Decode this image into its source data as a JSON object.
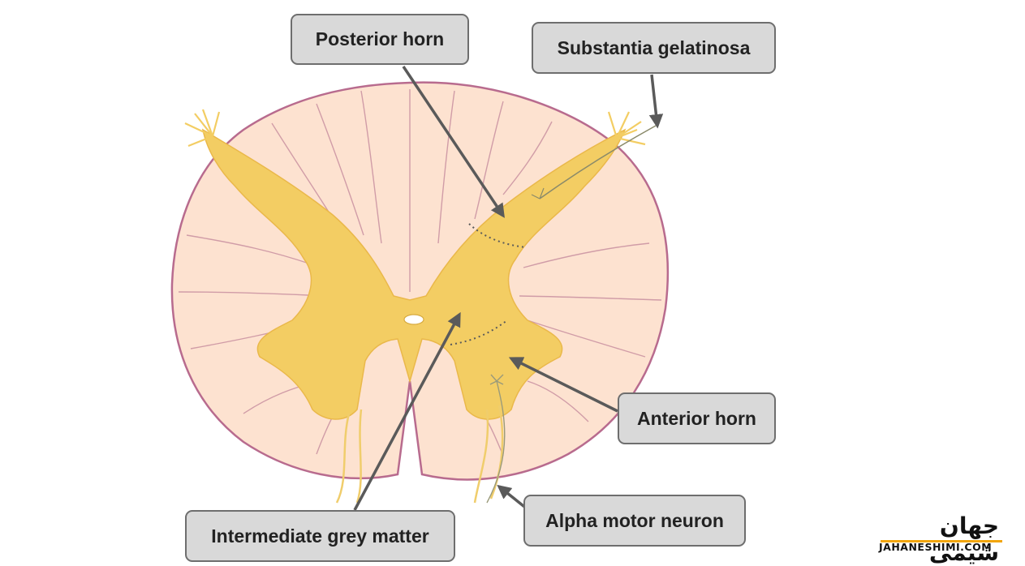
{
  "labels": {
    "posterior_horn": "Posterior horn",
    "substantia_gelatinosa": "Substantia gelatinosa",
    "anterior_horn": "Anterior horn",
    "alpha_motor_neuron": "Alpha motor neuron",
    "intermediate_grey_matter": "Intermediate grey matter"
  },
  "watermark": {
    "name_fa": "جهان شیمی",
    "name_en": "JAHANESHIMI.COM"
  },
  "colors": {
    "white_matter": "#fde2d0",
    "white_matter_outline": "#b86b8e",
    "grey_matter": "#f3cd63",
    "label_fill": "#d9d9d9",
    "label_border": "#6e6e6e",
    "arrow": "#5a5a5a",
    "accent": "#f2a50a"
  }
}
